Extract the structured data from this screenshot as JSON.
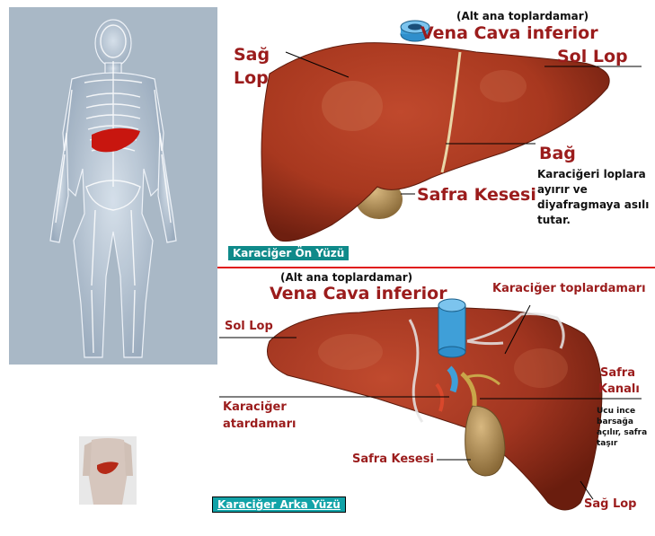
{
  "front": {
    "alt_vein_note": "(Alt ana toplardamar)",
    "vena_cava": "Vena Cava inferior",
    "right_lobe_line1": "Sağ",
    "right_lobe_line2": "Lop",
    "left_lobe": "Sol Lop",
    "ligament": "Bağ",
    "ligament_note": "Karaciğeri loplara ayırır ve diyafragmaya asılı tutar.",
    "gallbladder": "Safra Kesesi",
    "caption": "Karaciğer Ön Yüzü"
  },
  "back": {
    "alt_vein_note": "(Alt ana toplardamar)",
    "vena_cava": "Vena Cava inferior",
    "hepatic_veins": "Karaciğer toplardamarı",
    "left_lobe": "Sol Lop",
    "bile_duct_line1": "Safra",
    "bile_duct_line2": "Kanalı",
    "bile_duct_note": "Ucu ince barsağa açılır, safra taşır",
    "hepatic_artery_line1": "Karaciğer",
    "hepatic_artery_line2": "atardamarı",
    "gallbladder": "Safra Kesesi",
    "right_lobe": "Sağ Lop",
    "caption": "Karaciğer Arka Yüzü"
  },
  "colors": {
    "label_red": "#9b1c1c",
    "caption_teal": "#0f8a8a",
    "caption_back_bg": "#12a3a8",
    "liver": "#a8381f",
    "liver_dark": "#7a2414",
    "divider_red": "#e01818",
    "body_panel": "#a9b8c6",
    "vein_blue": "#3f9fd8"
  }
}
